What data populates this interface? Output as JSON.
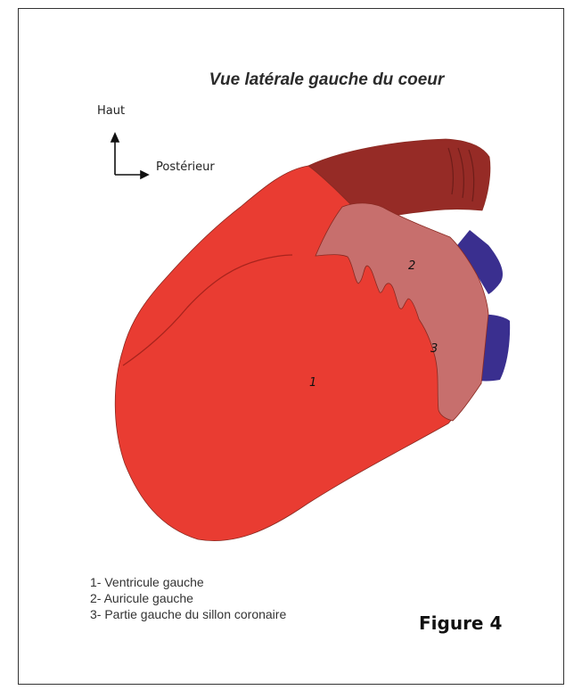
{
  "title": "Vue latérale gauche du coeur",
  "orientation": {
    "up_label": "Haut",
    "right_label": "Postérieur"
  },
  "parts": [
    {
      "number": "1",
      "name": "Ventricule gauche"
    },
    {
      "number": "2",
      "name": "Auricule gauche"
    },
    {
      "number": "3",
      "name": "Partie gauche du sillon coronaire"
    }
  ],
  "legend": [
    "1- Ventricule gauche",
    "2- Auricule gauche",
    "3- Partie gauche du sillon coronaire"
  ],
  "figure_label": "Figure 4",
  "colors": {
    "ventricle": "#e93c32",
    "auricle": "#c76f6d",
    "aorta": "#962b26",
    "vessel_blue": "#3a2f8f",
    "outline": "#8a2a22"
  }
}
